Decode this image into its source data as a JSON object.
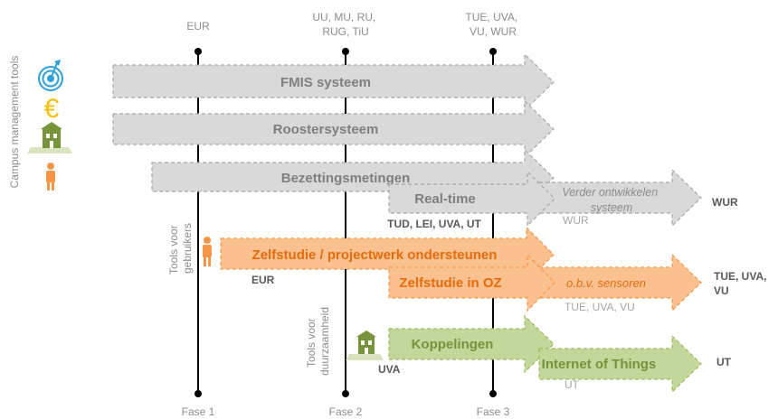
{
  "side_title": "Campus management tools",
  "phases": [
    {
      "name": "Fase 1",
      "top_label": [
        "EUR"
      ]
    },
    {
      "name": "Fase 2",
      "top_label": [
        "UU, MU, RU,",
        "RUG, TiU"
      ]
    },
    {
      "name": "Fase 3",
      "top_label": [
        "TUE, UVA,",
        "VU, WUR"
      ]
    }
  ],
  "group_labels": {
    "users": [
      "Tools voor",
      "gebruikers"
    ],
    "sustainability": [
      "Tools voor",
      "duurzaamheid"
    ]
  },
  "arrows": {
    "fmis": "FMIS systeem",
    "rooster": "Roostersysteem",
    "bezetting": "Bezettingsmetingen",
    "realtime": "Real-time",
    "verder": [
      "Verder ontwikkelen",
      "systeem"
    ],
    "zelfstudie": "Zelfstudie / projectwerk ondersteunen",
    "zelfstudie_oz": "Zelfstudie in OZ",
    "sensoren": "o.b.v. sensoren",
    "koppelingen": "Koppelingen",
    "iot": "Internet of Things"
  },
  "annotations": {
    "realtime_unis": "TUD, LEI, UVA, UT",
    "verder_side": "WUR",
    "verder_below": "WUR",
    "zelfstudie_below": "EUR",
    "sensoren_side": [
      "TUE, UVA,",
      "VU"
    ],
    "sensoren_below": "TUE, UVA, VU",
    "koppelingen_below": "UVA",
    "iot_side": "UT",
    "iot_below": "UT"
  },
  "colors": {
    "gray_fill": "#d9d9d9",
    "gray_text": "#7f7f7f",
    "orange_fill": "#fac090",
    "orange_text": "#e46c0a",
    "green_fill": "#c4d79b",
    "green_text": "#76923c",
    "icon_blue": "#2e9fd9",
    "icon_yellow": "#f5c000",
    "icon_green": "#77933c",
    "icon_orange": "#f79646"
  }
}
